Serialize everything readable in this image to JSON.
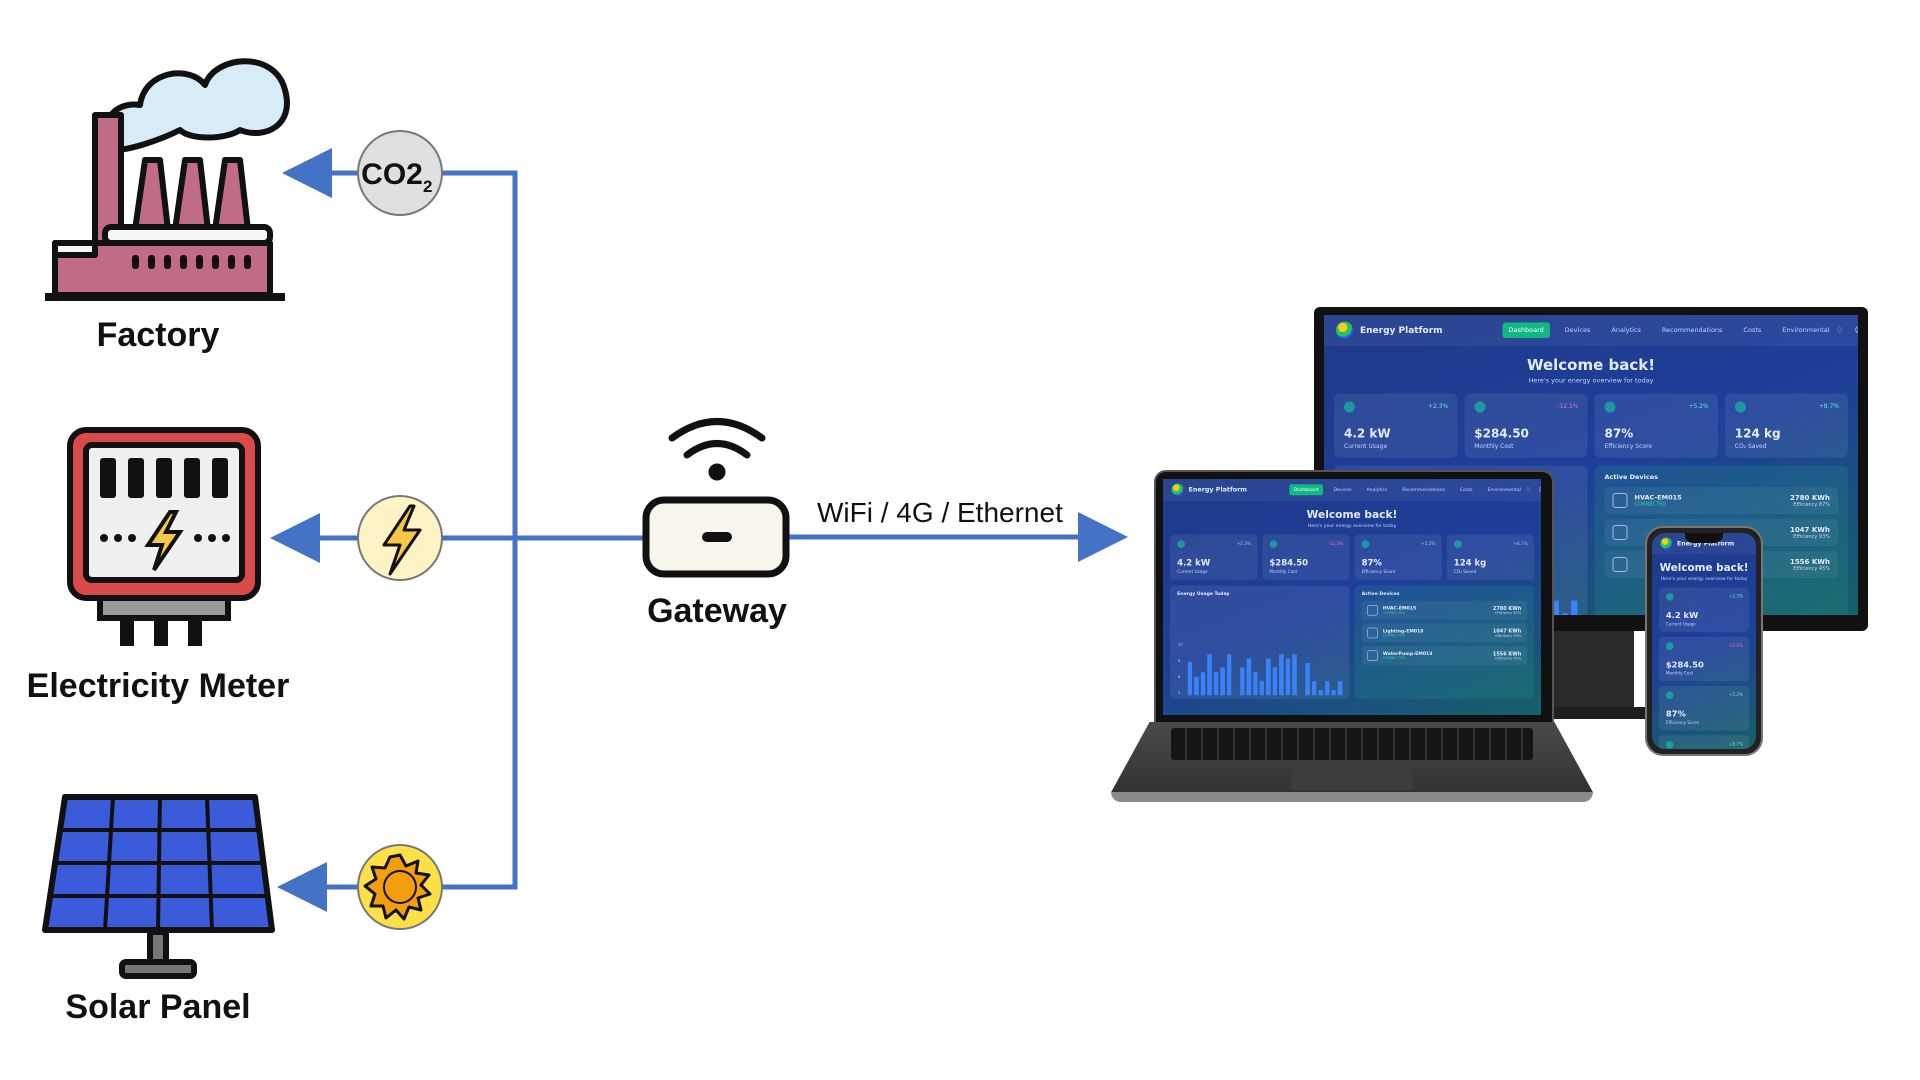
{
  "sources": [
    {
      "label": "Factory",
      "signal": "CO2",
      "signal_sub": "2",
      "icon": "factory-icon",
      "signal_icon": "co2-icon"
    },
    {
      "label": "Electricity Meter",
      "icon": "electricity-meter-icon",
      "signal_icon": "lightning-bolt-icon"
    },
    {
      "label": "Solar Panel",
      "icon": "solar-panel-icon",
      "signal_icon": "sun-icon"
    }
  ],
  "gateway": {
    "label": "Gateway",
    "icon": "router-icon",
    "wireless_icon": "wifi-icon"
  },
  "link": {
    "label": "WiFi / 4G / Ethernet"
  },
  "colors": {
    "line": "#4472c4",
    "co2_circle": "#e0e0e0",
    "bolt_circle": "#fdf3c4",
    "sun_circle": "#fde047",
    "factory": "#c06c84",
    "meter_frame": "#d94a4a",
    "solar": "#3b5bdb"
  },
  "dashboard": {
    "brand": "Energy Platform",
    "nav": [
      "Dashboard",
      "Devices",
      "Analytics",
      "Recommendations",
      "Costs",
      "Environmental"
    ],
    "active_nav": "Dashboard",
    "welcome": "Welcome back!",
    "subtitle": "Here's your energy overview for today",
    "stats": [
      {
        "value": "4.2 kW",
        "label": "Current Usage",
        "change": "+2.3%"
      },
      {
        "value": "$284.50",
        "label": "Monthly Cost",
        "change": "-12.1%"
      },
      {
        "value": "87%",
        "label": "Efficiency Score",
        "change": "+5.2%"
      },
      {
        "value": "124 kg",
        "label": "CO₂ Saved",
        "change": "+8.7%"
      }
    ],
    "chart": {
      "title": "Energy Usage Today",
      "y_ticks": [
        "12",
        "9",
        "6",
        "3"
      ],
      "values": [
        7.5,
        4.2,
        5.2,
        9.3,
        5.2,
        6.3,
        9.3,
        0,
        6.3,
        8.3,
        5.2,
        3.3,
        8.3,
        6.3,
        9.3,
        8.3,
        9.3,
        0,
        7.3,
        3.2,
        1.2,
        3.2,
        1.2,
        3.2
      ]
    },
    "devices_title": "Active Devices",
    "devices": [
      {
        "name": "HVAC-EM015",
        "status": "CONNECTED",
        "energy": "2780 KWh",
        "efficiency": "Efficiency 87%"
      },
      {
        "name": "Lighting-EM018",
        "status": "CONNECTED",
        "energy": "1047 KWh",
        "efficiency": "Efficiency 93%"
      },
      {
        "name": "WaterPump-EM013",
        "status": "CONNECTED",
        "energy": "1556 KWh",
        "efficiency": "Efficiency 45%"
      }
    ]
  }
}
